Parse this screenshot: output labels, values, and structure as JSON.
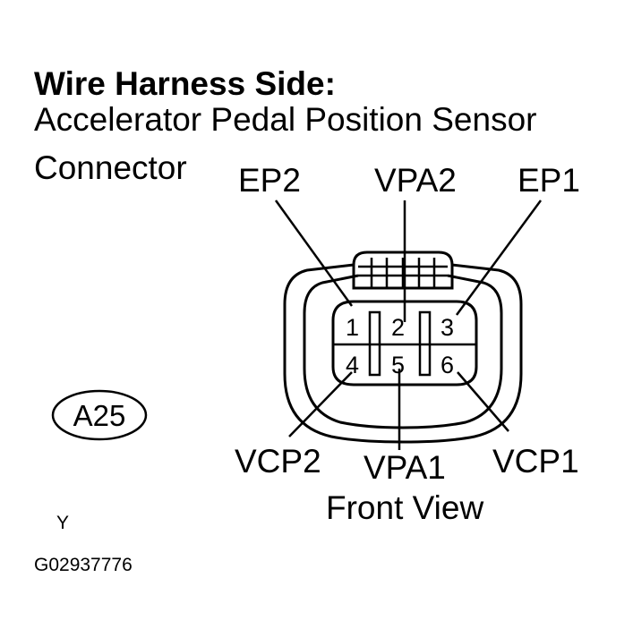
{
  "title": {
    "bold_line": "Wire Harness Side:",
    "line2": "Accelerator Pedal Position Sensor",
    "line3": "Connector"
  },
  "connector_code": "A25",
  "view_label": "Front View",
  "footer": {
    "mark": "Y",
    "figure_id": "G02937776"
  },
  "pins": [
    {
      "number": "1",
      "signal": "EP2"
    },
    {
      "number": "2",
      "signal": "VPA2"
    },
    {
      "number": "3",
      "signal": "EP1"
    },
    {
      "number": "4",
      "signal": "VCP2"
    },
    {
      "number": "5",
      "signal": "VPA1"
    },
    {
      "number": "6",
      "signal": "VCP1"
    }
  ]
}
